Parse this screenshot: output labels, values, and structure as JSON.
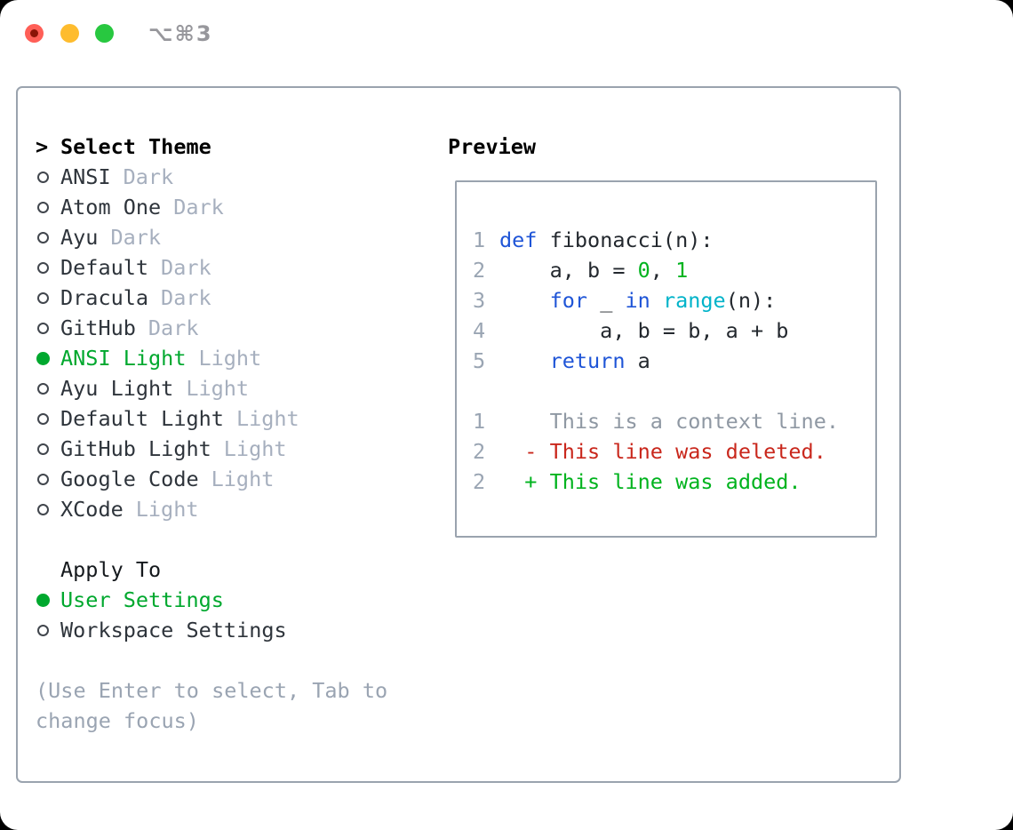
{
  "window": {
    "title": "⌥⌘3"
  },
  "theme_picker": {
    "heading_prefix": ">",
    "heading": "Select Theme",
    "items": [
      {
        "name": "ANSI",
        "variant": "Dark",
        "selected": false
      },
      {
        "name": "Atom One",
        "variant": "Dark",
        "selected": false
      },
      {
        "name": "Ayu",
        "variant": "Dark",
        "selected": false
      },
      {
        "name": "Default",
        "variant": "Dark",
        "selected": false
      },
      {
        "name": "Dracula",
        "variant": "Dark",
        "selected": false
      },
      {
        "name": "GitHub",
        "variant": "Dark",
        "selected": false
      },
      {
        "name": "ANSI Light",
        "variant": "Light",
        "selected": true
      },
      {
        "name": "Ayu Light",
        "variant": "Light",
        "selected": false
      },
      {
        "name": "Default Light",
        "variant": "Light",
        "selected": false
      },
      {
        "name": "GitHub Light",
        "variant": "Light",
        "selected": false
      },
      {
        "name": "Google Code",
        "variant": "Light",
        "selected": false
      },
      {
        "name": "XCode",
        "variant": "Light",
        "selected": false
      }
    ]
  },
  "apply_to": {
    "heading": "Apply To",
    "options": [
      {
        "label": "User Settings",
        "selected": true
      },
      {
        "label": "Workspace Settings",
        "selected": false
      }
    ]
  },
  "help_text": "(Use Enter to select, Tab to change focus)",
  "preview": {
    "heading": "Preview",
    "code_lines": [
      {
        "num": "1",
        "tokens": [
          {
            "c": "kw",
            "t": "def"
          },
          {
            "c": "plain",
            "t": " fibonacci(n):"
          }
        ]
      },
      {
        "num": "2",
        "tokens": [
          {
            "c": "plain",
            "t": "    a, b = "
          },
          {
            "c": "num",
            "t": "0"
          },
          {
            "c": "plain",
            "t": ", "
          },
          {
            "c": "num",
            "t": "1"
          }
        ]
      },
      {
        "num": "3",
        "tokens": [
          {
            "c": "plain",
            "t": "    "
          },
          {
            "c": "kw",
            "t": "for"
          },
          {
            "c": "plain",
            "t": " _ "
          },
          {
            "c": "kw",
            "t": "in"
          },
          {
            "c": "plain",
            "t": " "
          },
          {
            "c": "fn",
            "t": "range"
          },
          {
            "c": "plain",
            "t": "(n):"
          }
        ]
      },
      {
        "num": "4",
        "tokens": [
          {
            "c": "plain",
            "t": "        a, b = b, a + b"
          }
        ]
      },
      {
        "num": "5",
        "tokens": [
          {
            "c": "plain",
            "t": "    "
          },
          {
            "c": "kw",
            "t": "return"
          },
          {
            "c": "plain",
            "t": " a"
          }
        ]
      }
    ],
    "diff_lines": [
      {
        "num": "1",
        "kind": "context",
        "text": "    This is a context line."
      },
      {
        "num": "2",
        "kind": "deleted",
        "text": "  - This line was deleted."
      },
      {
        "num": "2",
        "kind": "added",
        "text": "  + This line was added."
      }
    ]
  },
  "colors": {
    "selection_green": "#00a82e",
    "keyword_blue": "#1f55d7",
    "function_cyan": "#00b3c9",
    "number_green": "#00b31e",
    "diff_added_green": "#00b31e",
    "diff_deleted_red": "#c9271c",
    "diff_context_gray": "#8f98a3",
    "muted_text_gray": "#a6afbe",
    "line_number_gray": "#9aa5b3",
    "help_text_gray": "#9aa4b2",
    "border_gray": "#9aa3ae",
    "window_title_gray": "#97979c",
    "traffic_red": "#ff5f57",
    "traffic_yellow": "#febc2e",
    "traffic_green": "#28c840"
  }
}
